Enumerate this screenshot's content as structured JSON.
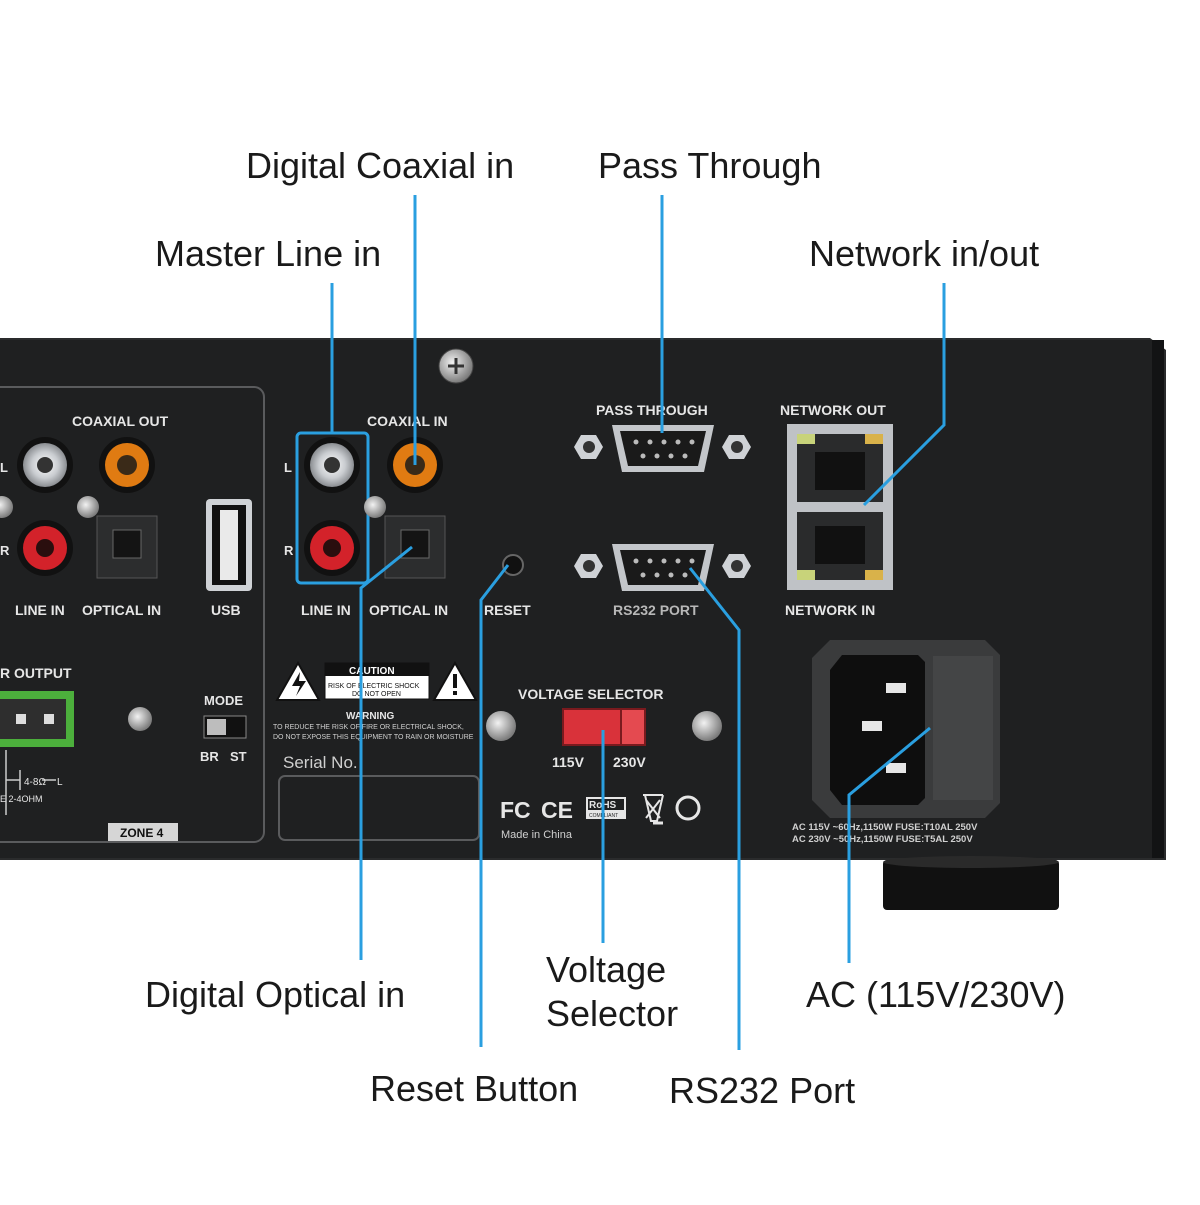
{
  "callouts": {
    "digital_coaxial_in": "Digital Coaxial in",
    "pass_through": "Pass Through",
    "master_line_in": "Master Line in",
    "network_in_out": "Network in/out",
    "digital_optical_in": "Digital Optical in",
    "voltage_selector_line1": "Voltage",
    "voltage_selector_line2": "Selector",
    "ac": "AC (115V/230V)",
    "reset_button": "Reset Button",
    "rs232_port": "RS232 Port"
  },
  "panel": {
    "coaxial_out": "COAXIAL OUT",
    "coaxial_in": "COAXIAL  IN",
    "pass_through": "PASS THROUGH",
    "network_out": "NETWORK OUT",
    "network_in": "NETWORK  IN",
    "rs232_port": "RS232 PORT",
    "reset": "RESET",
    "line_in_left": "LINE IN",
    "optical_in_left": "OPTICAL IN",
    "usb": "USB",
    "line_in_right": "LINE IN",
    "optical_in_right": "OPTICAL IN",
    "l": "L",
    "r": "R",
    "l_left": "L",
    "r_left": "R",
    "speaker_output": "R OUTPUT",
    "mode": "MODE",
    "br": "BR",
    "st": "ST",
    "zone": "ZONE 4",
    "ohm_1": "4-8Ω",
    "ohm_l": "L",
    "ohm_2": "E 2-4OHM",
    "caution": "CAUTION",
    "caution_1": "RISK OF ELECTRIC SHOCK",
    "caution_2": "DO NOT OPEN",
    "warning": "WARNING",
    "warning_1": "TO REDUCE THE RISK OF FIRE OR ELECTRICAL SHOCK,",
    "warning_2": "DO NOT EXPOSE THIS EQUIPMENT TO RAIN OR MOISTURE",
    "serial": "Serial No.",
    "voltage_selector": "VOLTAGE SELECTOR",
    "v115": "115V",
    "v230": "230V",
    "fc": "FC",
    "ce": "CE",
    "rohs": "RoHS",
    "rohs_sub": "COMPLIANT",
    "made_in": "Made in China",
    "ac_rating_1": "AC 115V ~60Hz,1150W FUSE:T10AL 250V",
    "ac_rating_2": "AC 230V ~50Hz,1150W FUSE:T5AL 250V"
  },
  "colors": {
    "callout_line": "#2a9fe0",
    "chassis": "#1f2021",
    "panel_text": "#e6e6e6",
    "rca_red": "#d3222a",
    "rca_orange": "#e07b12",
    "terminal_green": "#4caf3c",
    "voltage_switch": "#d9323a"
  }
}
